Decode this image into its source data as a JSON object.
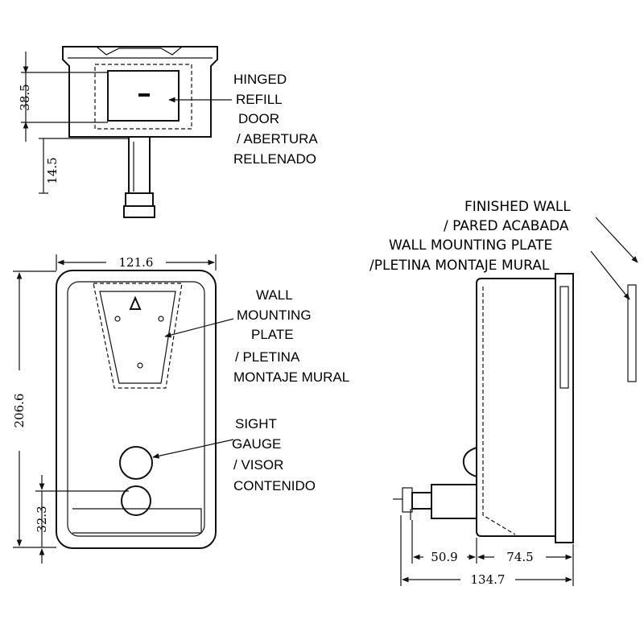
{
  "top_view": {
    "door_label": [
      "HINGED",
      "REFILL",
      "DOOR",
      "/ ABERTURA",
      "RELLENADO"
    ],
    "dim_height": "38.5",
    "dim_outlet": "14.5"
  },
  "front_view": {
    "dim_width": "121.6",
    "dim_height": "206.6",
    "dim_gauge": "32.3",
    "plate_label": [
      "WALL",
      "MOUNTING",
      "PLATE",
      "/ PLETINA",
      "MONTAJE MURAL"
    ],
    "gauge_label": [
      "SIGHT",
      "GAUGE",
      "/ VISOR",
      "CONTENIDO"
    ]
  },
  "side_view": {
    "wall_label": [
      "FINISHED  WALL",
      "/ PARED ACABADA"
    ],
    "plate_label": [
      "WALL  MOUNTING  PLATE",
      "/PLETINA MONTAJE MURAL"
    ],
    "dim_valve": "50.9",
    "dim_body": "74.5",
    "dim_total": "134.7"
  }
}
